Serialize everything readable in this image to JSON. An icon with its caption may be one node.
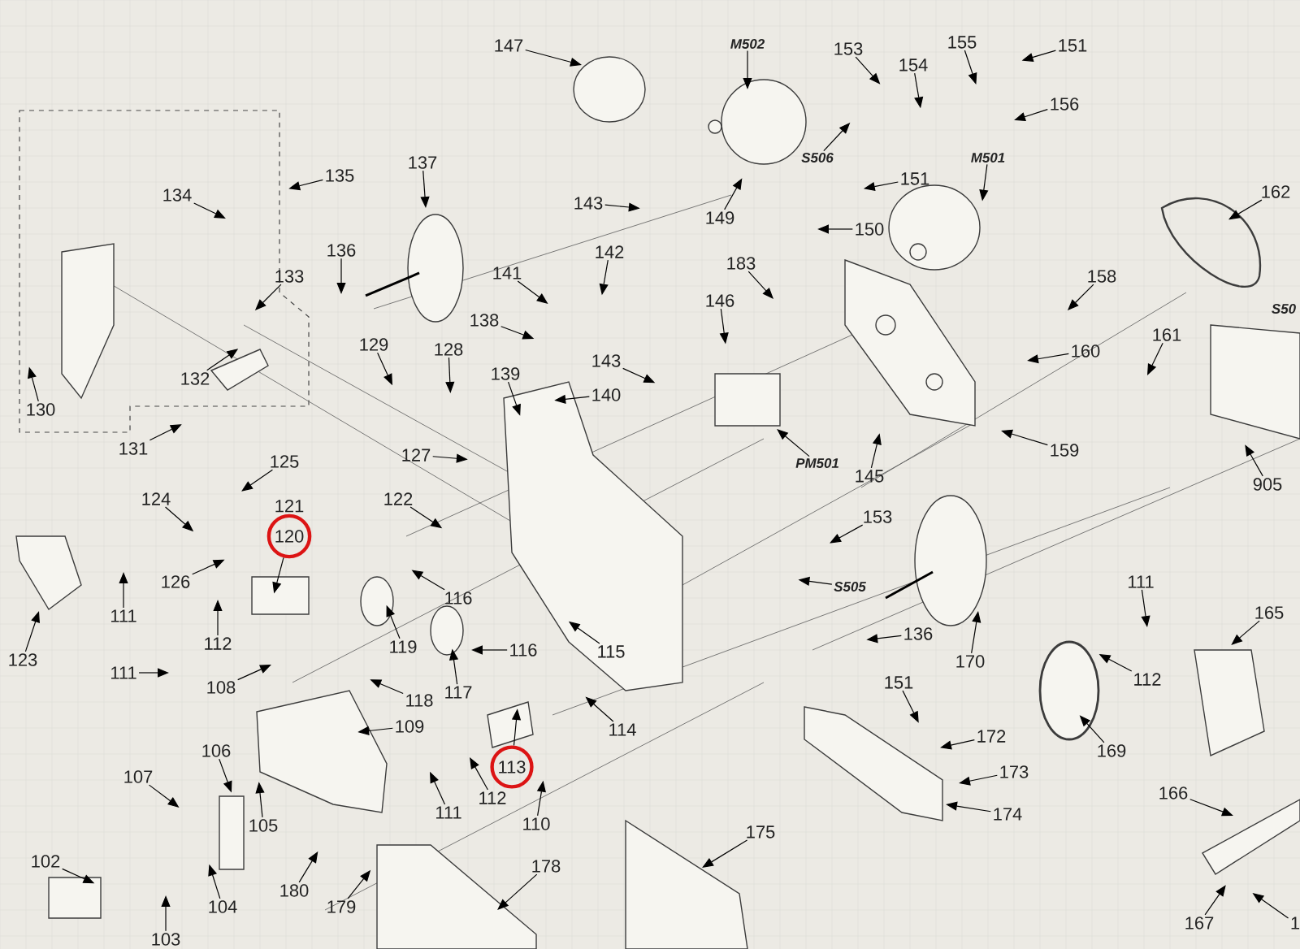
{
  "diagram": {
    "nodes": [
      {
        "text": [
          "147"
        ]
      },
      {
        "text": [
          "135"
        ]
      },
      {
        "text": [
          "134"
        ]
      },
      {
        "text": [
          "137"
        ]
      },
      {
        "text": [
          "136"
        ]
      },
      {
        "text": [
          "133"
        ]
      },
      {
        "text": [
          "143"
        ]
      },
      {
        "text": [
          "142"
        ]
      },
      {
        "text": [
          "141"
        ]
      },
      {
        "text": [
          "138"
        ]
      },
      {
        "text": [
          "129"
        ]
      },
      {
        "text": [
          "128"
        ]
      },
      {
        "text": [
          "143"
        ]
      },
      {
        "text": [
          "139"
        ]
      },
      {
        "text": [
          "140"
        ]
      },
      {
        "text": [
          "132"
        ]
      },
      {
        "text": [
          "130"
        ]
      },
      {
        "text": [
          "131"
        ]
      },
      {
        "text": [
          "125"
        ]
      },
      {
        "text": [
          "127"
        ]
      },
      {
        "text": [
          "M502"
        ]
      },
      {
        "text": [
          "153"
        ]
      },
      {
        "text": [
          "154"
        ]
      },
      {
        "text": [
          "155"
        ]
      },
      {
        "text": [
          "151"
        ]
      },
      {
        "text": [
          "156"
        ]
      },
      {
        "text": [
          "S506"
        ]
      },
      {
        "text": [
          "149"
        ]
      },
      {
        "text": [
          "151"
        ]
      },
      {
        "text": [
          "150"
        ]
      },
      {
        "text": [
          "M501"
        ]
      },
      {
        "text": [
          "162"
        ]
      },
      {
        "text": [
          "183"
        ]
      },
      {
        "text": [
          "146"
        ]
      },
      {
        "text": [
          "158"
        ]
      },
      {
        "text": [
          "160"
        ]
      },
      {
        "text": [
          "161"
        ]
      },
      {
        "text": [
          "159"
        ]
      },
      {
        "text": [
          "145"
        ]
      },
      {
        "text": [
          "PM501"
        ]
      },
      {
        "text": [
          "905"
        ]
      },
      {
        "text": [
          "124"
        ]
      },
      {
        "text": [
          "120"
        ],
        "beside": [
          "121"
        ]
      },
      {
        "text": [
          "122"
        ]
      },
      {
        "text": [
          "126"
        ]
      },
      {
        "text": [
          "111"
        ]
      },
      {
        "text": [
          "123"
        ]
      },
      {
        "text": [
          "112"
        ]
      },
      {
        "text": [
          "111"
        ]
      },
      {
        "text": [
          "116"
        ]
      },
      {
        "text": [
          "119"
        ]
      },
      {
        "text": [
          "116"
        ]
      },
      {
        "text": [
          "115"
        ]
      },
      {
        "text": [
          "108"
        ]
      },
      {
        "text": [
          "118"
        ]
      },
      {
        "text": [
          "117"
        ]
      },
      {
        "text": [
          "114"
        ]
      },
      {
        "text": [
          "109"
        ]
      },
      {
        "text": [
          "113"
        ]
      },
      {
        "text": [
          "106"
        ]
      },
      {
        "text": [
          "107"
        ]
      },
      {
        "text": [
          "111"
        ]
      },
      {
        "text": [
          "112"
        ]
      },
      {
        "text": [
          "110"
        ]
      },
      {
        "text": [
          "102"
        ]
      },
      {
        "text": [
          "105"
        ]
      },
      {
        "text": [
          "180"
        ]
      },
      {
        "text": [
          "104"
        ]
      },
      {
        "text": [
          "179"
        ]
      },
      {
        "text": [
          "178"
        ]
      },
      {
        "text": [
          "103"
        ]
      },
      {
        "text": [
          "153"
        ]
      },
      {
        "text": [
          "S505"
        ]
      },
      {
        "text": [
          "136"
        ]
      },
      {
        "text": [
          "170"
        ]
      },
      {
        "text": [
          "111"
        ]
      },
      {
        "text": [
          "165"
        ]
      },
      {
        "text": [
          "112"
        ]
      },
      {
        "text": [
          "151"
        ]
      },
      {
        "text": [
          "172"
        ]
      },
      {
        "text": [
          "173"
        ]
      },
      {
        "text": [
          "169"
        ]
      },
      {
        "text": [
          "174"
        ]
      },
      {
        "text": [
          "175"
        ]
      },
      {
        "text": [
          "166"
        ]
      },
      {
        "text": [
          "167"
        ]
      },
      {
        "text": [
          "1"
        ]
      }
    ],
    "edges": [
      {
        "from": 0,
        "to": null,
        "arrow": "to"
      },
      {
        "from": 1,
        "to": null,
        "arrow": "to"
      },
      {
        "from": 2,
        "to": null,
        "arrow": "to"
      },
      {
        "from": 3,
        "to": null,
        "arrow": "to"
      },
      {
        "from": 4,
        "to": null,
        "arrow": "to"
      },
      {
        "from": 5,
        "to": null,
        "arrow": "to"
      },
      {
        "from": 6,
        "to": null,
        "arrow": "to"
      },
      {
        "from": 7,
        "to": null,
        "arrow": "to"
      },
      {
        "from": 8,
        "to": null,
        "arrow": "to"
      },
      {
        "from": 9,
        "to": null,
        "arrow": "to"
      },
      {
        "from": 10,
        "to": null,
        "arrow": "to"
      },
      {
        "from": 11,
        "to": null,
        "arrow": "to"
      },
      {
        "from": 12,
        "to": null,
        "arrow": "to"
      },
      {
        "from": 13,
        "to": null,
        "arrow": "to"
      },
      {
        "from": 14,
        "to": null,
        "arrow": "to"
      },
      {
        "from": 15,
        "to": null,
        "arrow": "to"
      },
      {
        "from": 16,
        "to": null,
        "arrow": "to"
      },
      {
        "from": 17,
        "to": null,
        "arrow": "to"
      },
      {
        "from": 18,
        "to": null,
        "arrow": "to"
      },
      {
        "from": 19,
        "to": null,
        "arrow": "to"
      },
      {
        "from": 20,
        "to": null,
        "arrow": "to"
      },
      {
        "from": 21,
        "to": null,
        "arrow": "to"
      },
      {
        "from": 22,
        "to": null,
        "arrow": "to"
      },
      {
        "from": 23,
        "to": null,
        "arrow": "to"
      },
      {
        "from": 24,
        "to": null,
        "arrow": "to"
      },
      {
        "from": 25,
        "to": null,
        "arrow": "to"
      },
      {
        "from": 26,
        "to": null,
        "arrow": "to"
      },
      {
        "from": 27,
        "to": null,
        "arrow": "to"
      },
      {
        "from": 28,
        "to": null,
        "arrow": "to"
      },
      {
        "from": 29,
        "to": null,
        "arrow": "to"
      },
      {
        "from": 30,
        "to": null,
        "arrow": "to"
      },
      {
        "from": 31,
        "to": null,
        "arrow": "to"
      },
      {
        "from": 32,
        "to": null,
        "arrow": "to"
      },
      {
        "from": 33,
        "to": null,
        "arrow": "to"
      },
      {
        "from": 34,
        "to": null,
        "arrow": "to"
      },
      {
        "from": 35,
        "to": null,
        "arrow": "to"
      },
      {
        "from": 36,
        "to": null,
        "arrow": "to"
      },
      {
        "from": 37,
        "to": null,
        "arrow": "to"
      },
      {
        "from": 38,
        "to": null,
        "arrow": "to"
      },
      {
        "from": 39,
        "to": null,
        "arrow": "to"
      },
      {
        "from": 40,
        "to": null,
        "arrow": "to"
      },
      {
        "from": 41,
        "to": null,
        "arrow": "to"
      },
      {
        "from": 42,
        "to": null,
        "arrow": "to"
      },
      {
        "from": 43,
        "to": null,
        "arrow": "to"
      },
      {
        "from": 44,
        "to": null,
        "arrow": "to"
      },
      {
        "from": 45,
        "to": null,
        "arrow": "to"
      },
      {
        "from": 46,
        "to": null,
        "arrow": "to"
      },
      {
        "from": 47,
        "to": null,
        "arrow": "to"
      },
      {
        "from": 48,
        "to": null,
        "arrow": "to"
      },
      {
        "from": 49,
        "to": null,
        "arrow": "to"
      },
      {
        "from": 50,
        "to": null,
        "arrow": "to"
      },
      {
        "from": 51,
        "to": null,
        "arrow": "to"
      },
      {
        "from": 52,
        "to": null,
        "arrow": "to"
      },
      {
        "from": 53,
        "to": null,
        "arrow": "to"
      },
      {
        "from": 54,
        "to": null,
        "arrow": "to"
      },
      {
        "from": 55,
        "to": null,
        "arrow": "to"
      },
      {
        "from": 56,
        "to": null,
        "arrow": "to"
      },
      {
        "from": 57,
        "to": null,
        "arrow": "to"
      },
      {
        "from": 58,
        "to": null,
        "arrow": "to"
      },
      {
        "from": 59,
        "to": null,
        "arrow": "to"
      },
      {
        "from": 60,
        "to": null,
        "arrow": "to"
      },
      {
        "from": 61,
        "to": null,
        "arrow": "to"
      },
      {
        "from": 62,
        "to": null,
        "arrow": "to"
      },
      {
        "from": 63,
        "to": null,
        "arrow": "to"
      },
      {
        "from": 64,
        "to": null,
        "arrow": "to"
      },
      {
        "from": 65,
        "to": null,
        "arrow": "to"
      },
      {
        "from": 66,
        "to": null,
        "arrow": "to"
      },
      {
        "from": 67,
        "to": null,
        "arrow": "to"
      },
      {
        "from": 68,
        "to": null,
        "arrow": "to"
      },
      {
        "from": 69,
        "to": null,
        "arrow": "to"
      },
      {
        "from": 70,
        "to": null,
        "arrow": "to"
      },
      {
        "from": 71,
        "to": null,
        "arrow": "to"
      },
      {
        "from": 72,
        "to": null,
        "arrow": "to"
      },
      {
        "from": 73,
        "to": null,
        "arrow": "to"
      },
      {
        "from": 74,
        "to": null,
        "arrow": "to"
      },
      {
        "from": 75,
        "to": null,
        "arrow": "to"
      },
      {
        "from": 76,
        "to": null,
        "arrow": "to"
      },
      {
        "from": 77,
        "to": null,
        "arrow": "to"
      },
      {
        "from": 78,
        "to": null,
        "arrow": "to"
      },
      {
        "from": 79,
        "to": null,
        "arrow": "to"
      },
      {
        "from": 80,
        "to": null,
        "arrow": "to"
      },
      {
        "from": 81,
        "to": null,
        "arrow": "to"
      },
      {
        "from": 82,
        "to": null,
        "arrow": "to"
      },
      {
        "from": 83,
        "to": null,
        "arrow": "to"
      },
      {
        "from": 84,
        "to": null,
        "arrow": "to"
      },
      {
        "from": 85,
        "to": null,
        "arrow": "to"
      },
      {
        "from": 86,
        "to": null,
        "arrow": "to"
      }
    ],
    "labels": [
      "S50"
    ]
  }
}
